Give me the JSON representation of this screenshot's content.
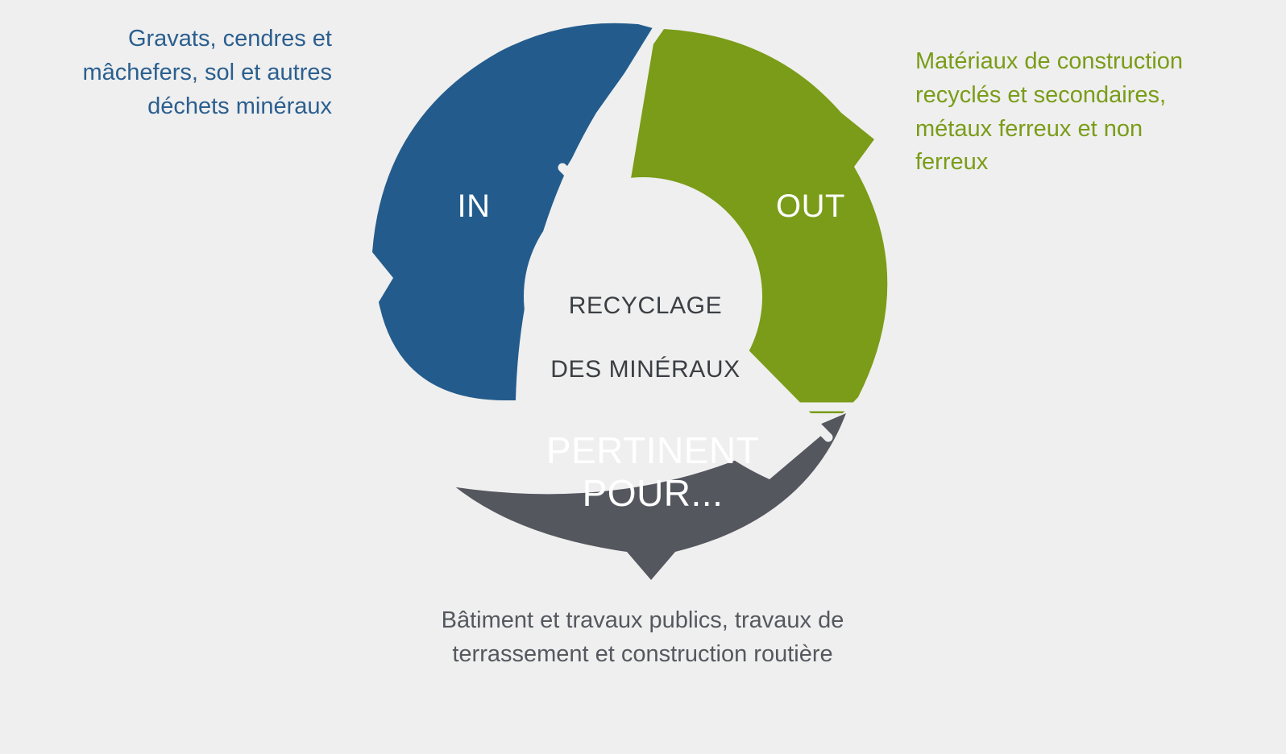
{
  "background_color": "#efefef",
  "diagram": {
    "type": "cycle-diagram",
    "center": {
      "line1": "RECYCLAGE",
      "line2": "DES MINÉRAUX",
      "text_color": "#3b3f44",
      "fill_color": "#efefef"
    },
    "segments": [
      {
        "id": "in",
        "label": "IN",
        "color": "#235c8c",
        "label_color": "#ffffff",
        "arrow_direction": "left",
        "caption": "Gravats, cendres et mâchefers, sol et autres déchets minéraux",
        "caption_color": "#2b5f8f",
        "caption_align": "right"
      },
      {
        "id": "out",
        "label": "OUT",
        "color": "#7a9c18",
        "label_color": "#ffffff",
        "arrow_direction": "right",
        "caption": "Matériaux de construction recyclés et secondaires, métaux ferreux et non ferreux",
        "caption_color": "#7a9c18",
        "caption_align": "left"
      },
      {
        "id": "relevant",
        "label": "PERTINENT POUR...",
        "color": "#54575e",
        "label_color": "#ffffff",
        "arrow_direction": "down",
        "caption": "Bâtiment et travaux publics, travaux de terrassement et construction routière",
        "caption_color": "#55585f",
        "caption_align": "center"
      }
    ]
  }
}
